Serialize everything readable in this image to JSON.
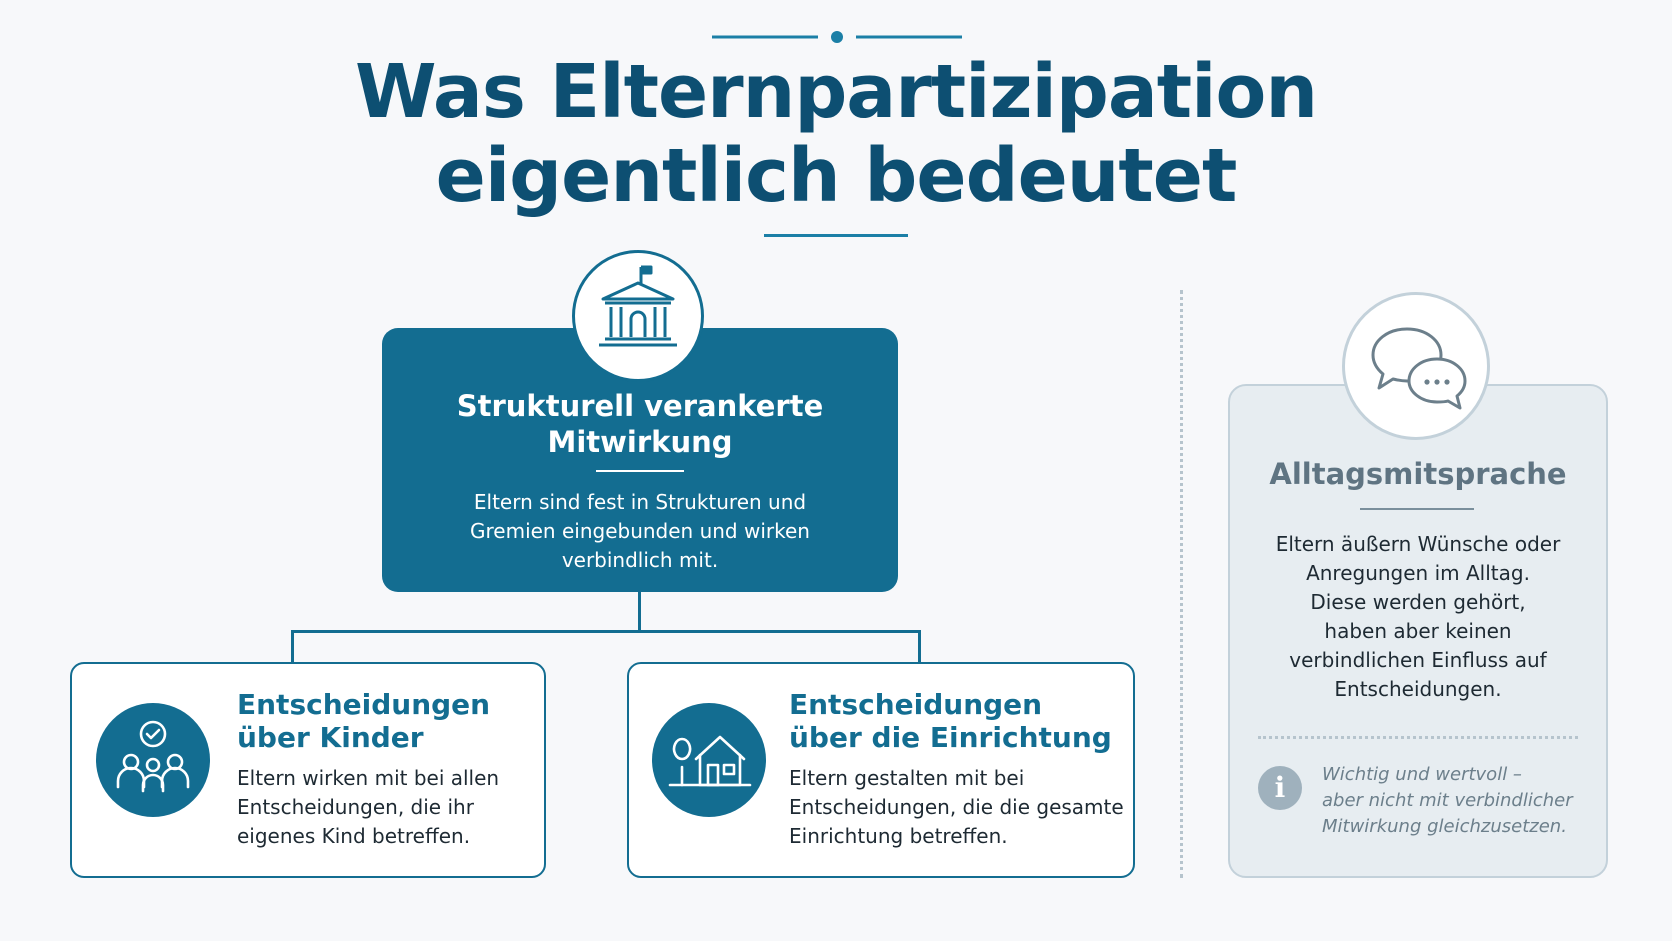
{
  "title": {
    "line1": "Was Elternpartizipation",
    "line2": "eigentlich bedeutet"
  },
  "main_box": {
    "icon": "institution-building-icon",
    "title_line1": "Strukturell verankerte",
    "title_line2": "Mitwirkung",
    "desc_line1": "Eltern sind fest in Strukturen und",
    "desc_line2": "Gremien eingebunden und wirken",
    "desc_line3": "verbindlich mit."
  },
  "cards": [
    {
      "icon": "family-check-icon",
      "title_line1": "Entscheidungen",
      "title_line2": "über Kinder",
      "desc_line1": "Eltern wirken mit bei allen",
      "desc_line2": "Entscheidungen, die ihr",
      "desc_line3": "eigenes Kind betreffen."
    },
    {
      "icon": "house-tree-icon",
      "title_line1": "Entscheidungen",
      "title_line2": "über die Einrichtung",
      "desc_line1": "Eltern gestalten mit bei",
      "desc_line2": "Entscheidungen, die die gesamte",
      "desc_line3": "Einrichtung betreffen."
    }
  ],
  "right_card": {
    "icon": "speech-bubbles-icon",
    "title": "Alltagsmitsprache",
    "desc_line1": "Eltern äußern Wünsche oder",
    "desc_line2": "Anregungen im Alltag.",
    "desc_line3": "Diese werden gehört,",
    "desc_line4": "haben aber keinen",
    "desc_line5": "verbindlichen Einfluss auf",
    "desc_line6": "Entscheidungen.",
    "info_icon": "info-icon",
    "info_glyph": "i",
    "note_line1": "Wichtig und wertvoll –",
    "note_line2": "aber nicht mit verbindlicher",
    "note_line3": "Mitwirkung gleichzusetzen."
  },
  "colors": {
    "primary": "#136d91",
    "title": "#0d4f72",
    "accent_line": "#1b7fa6",
    "muted": "#5f7482",
    "card_bg_muted": "#e7edf1"
  }
}
